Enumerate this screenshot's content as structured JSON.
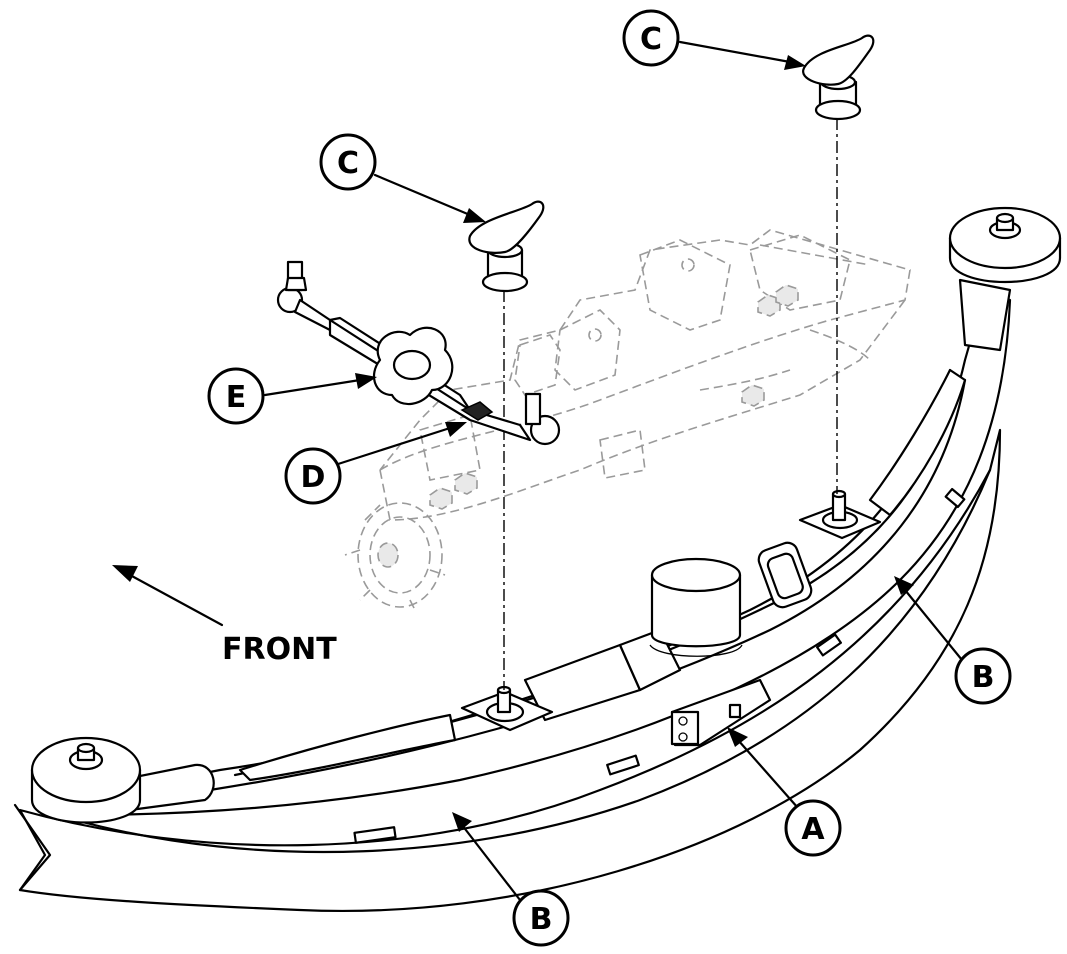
{
  "labels": {
    "A": "A",
    "B": "B",
    "C": "C",
    "D": "D",
    "E": "E",
    "front": "FRONT"
  }
}
